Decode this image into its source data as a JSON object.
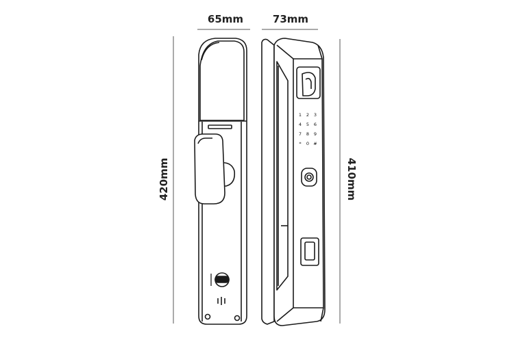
{
  "dimensions": {
    "front_width": "65mm",
    "side_width": "73mm",
    "front_height": "420mm",
    "side_height": "410mm"
  },
  "keypad": {
    "keys": [
      "1",
      "2",
      "3",
      "4",
      "5",
      "6",
      "7",
      "8",
      "9",
      "*",
      "0",
      "#"
    ]
  },
  "colors": {
    "line": "#1a1a1a",
    "background": "#ffffff",
    "dimension_line": "#555555"
  },
  "icons": [
    "fingerprint-icon",
    "key-cylinder-icon"
  ]
}
